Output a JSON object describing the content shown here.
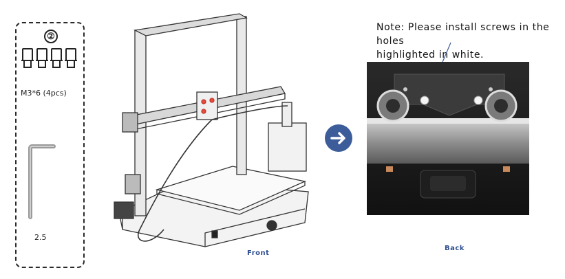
{
  "parts": {
    "step_number": "②",
    "screw_label": "M3*6 (4pcs)",
    "wrench_label": "2.5"
  },
  "captions": {
    "front": "Front",
    "back": "Back"
  },
  "note": {
    "line1": "Note: Please install  screws in the holes",
    "line2": "highlighted  in white."
  },
  "colors": {
    "accent_blue": "#3c5d99",
    "caption_blue": "#2f4f8f"
  },
  "icons": {
    "next_step": "arrow-right-icon"
  }
}
